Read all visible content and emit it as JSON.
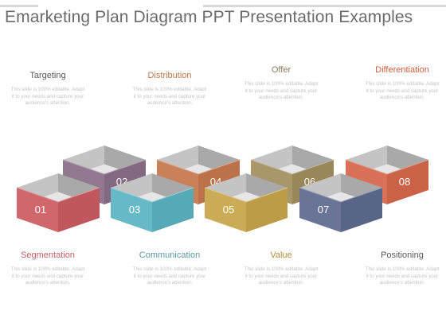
{
  "title": "Emarketing Plan Diagram PPT Presentation Examples",
  "items": [
    {
      "num": "01",
      "label": "Segmentation",
      "color": "#cc5d63",
      "label_color": "#c45f5f",
      "desc": "This slide is 100% editable. Adapt it to your needs and capture your audience's attention."
    },
    {
      "num": "02",
      "label": "Targeting",
      "color": "#8b6f8a",
      "label_color": "#5a5a5a",
      "desc": "This slide is 100% editable. Adapt it to your needs and capture your audience's attention."
    },
    {
      "num": "03",
      "label": "Communication",
      "color": "#5db4c2",
      "label_color": "#5a9aa7",
      "desc": "This slide is 100% editable. Adapt it to your needs and capture your audience's attention."
    },
    {
      "num": "04",
      "label": "Distribution",
      "color": "#c7794f",
      "label_color": "#bf7a4a",
      "desc": "This slide is 100% editable. Adapt it to your needs and capture your audience's attention."
    },
    {
      "num": "05",
      "label": "Value",
      "color": "#c9a64c",
      "label_color": "#b08f3d",
      "desc": "This slide is 100% editable. Adapt it to your needs and capture your audience's attention."
    },
    {
      "num": "06",
      "label": "Offer",
      "color": "#a38f5f",
      "label_color": "#8c7d57",
      "desc": "This slide is 100% editable. Adapt it to your needs and capture your audience's attention."
    },
    {
      "num": "07",
      "label": "Positioning",
      "color": "#5f6b8f",
      "label_color": "#5a5a5a",
      "desc": "This slide is 100% editable. Adapt it to your needs and capture your audience's attention."
    },
    {
      "num": "08",
      "label": "Differentiation",
      "color": "#d7684d",
      "label_color": "#cf5f3f",
      "desc": "This slide is 100% editable. Adapt it to your needs and capture your audience's attention."
    }
  ]
}
